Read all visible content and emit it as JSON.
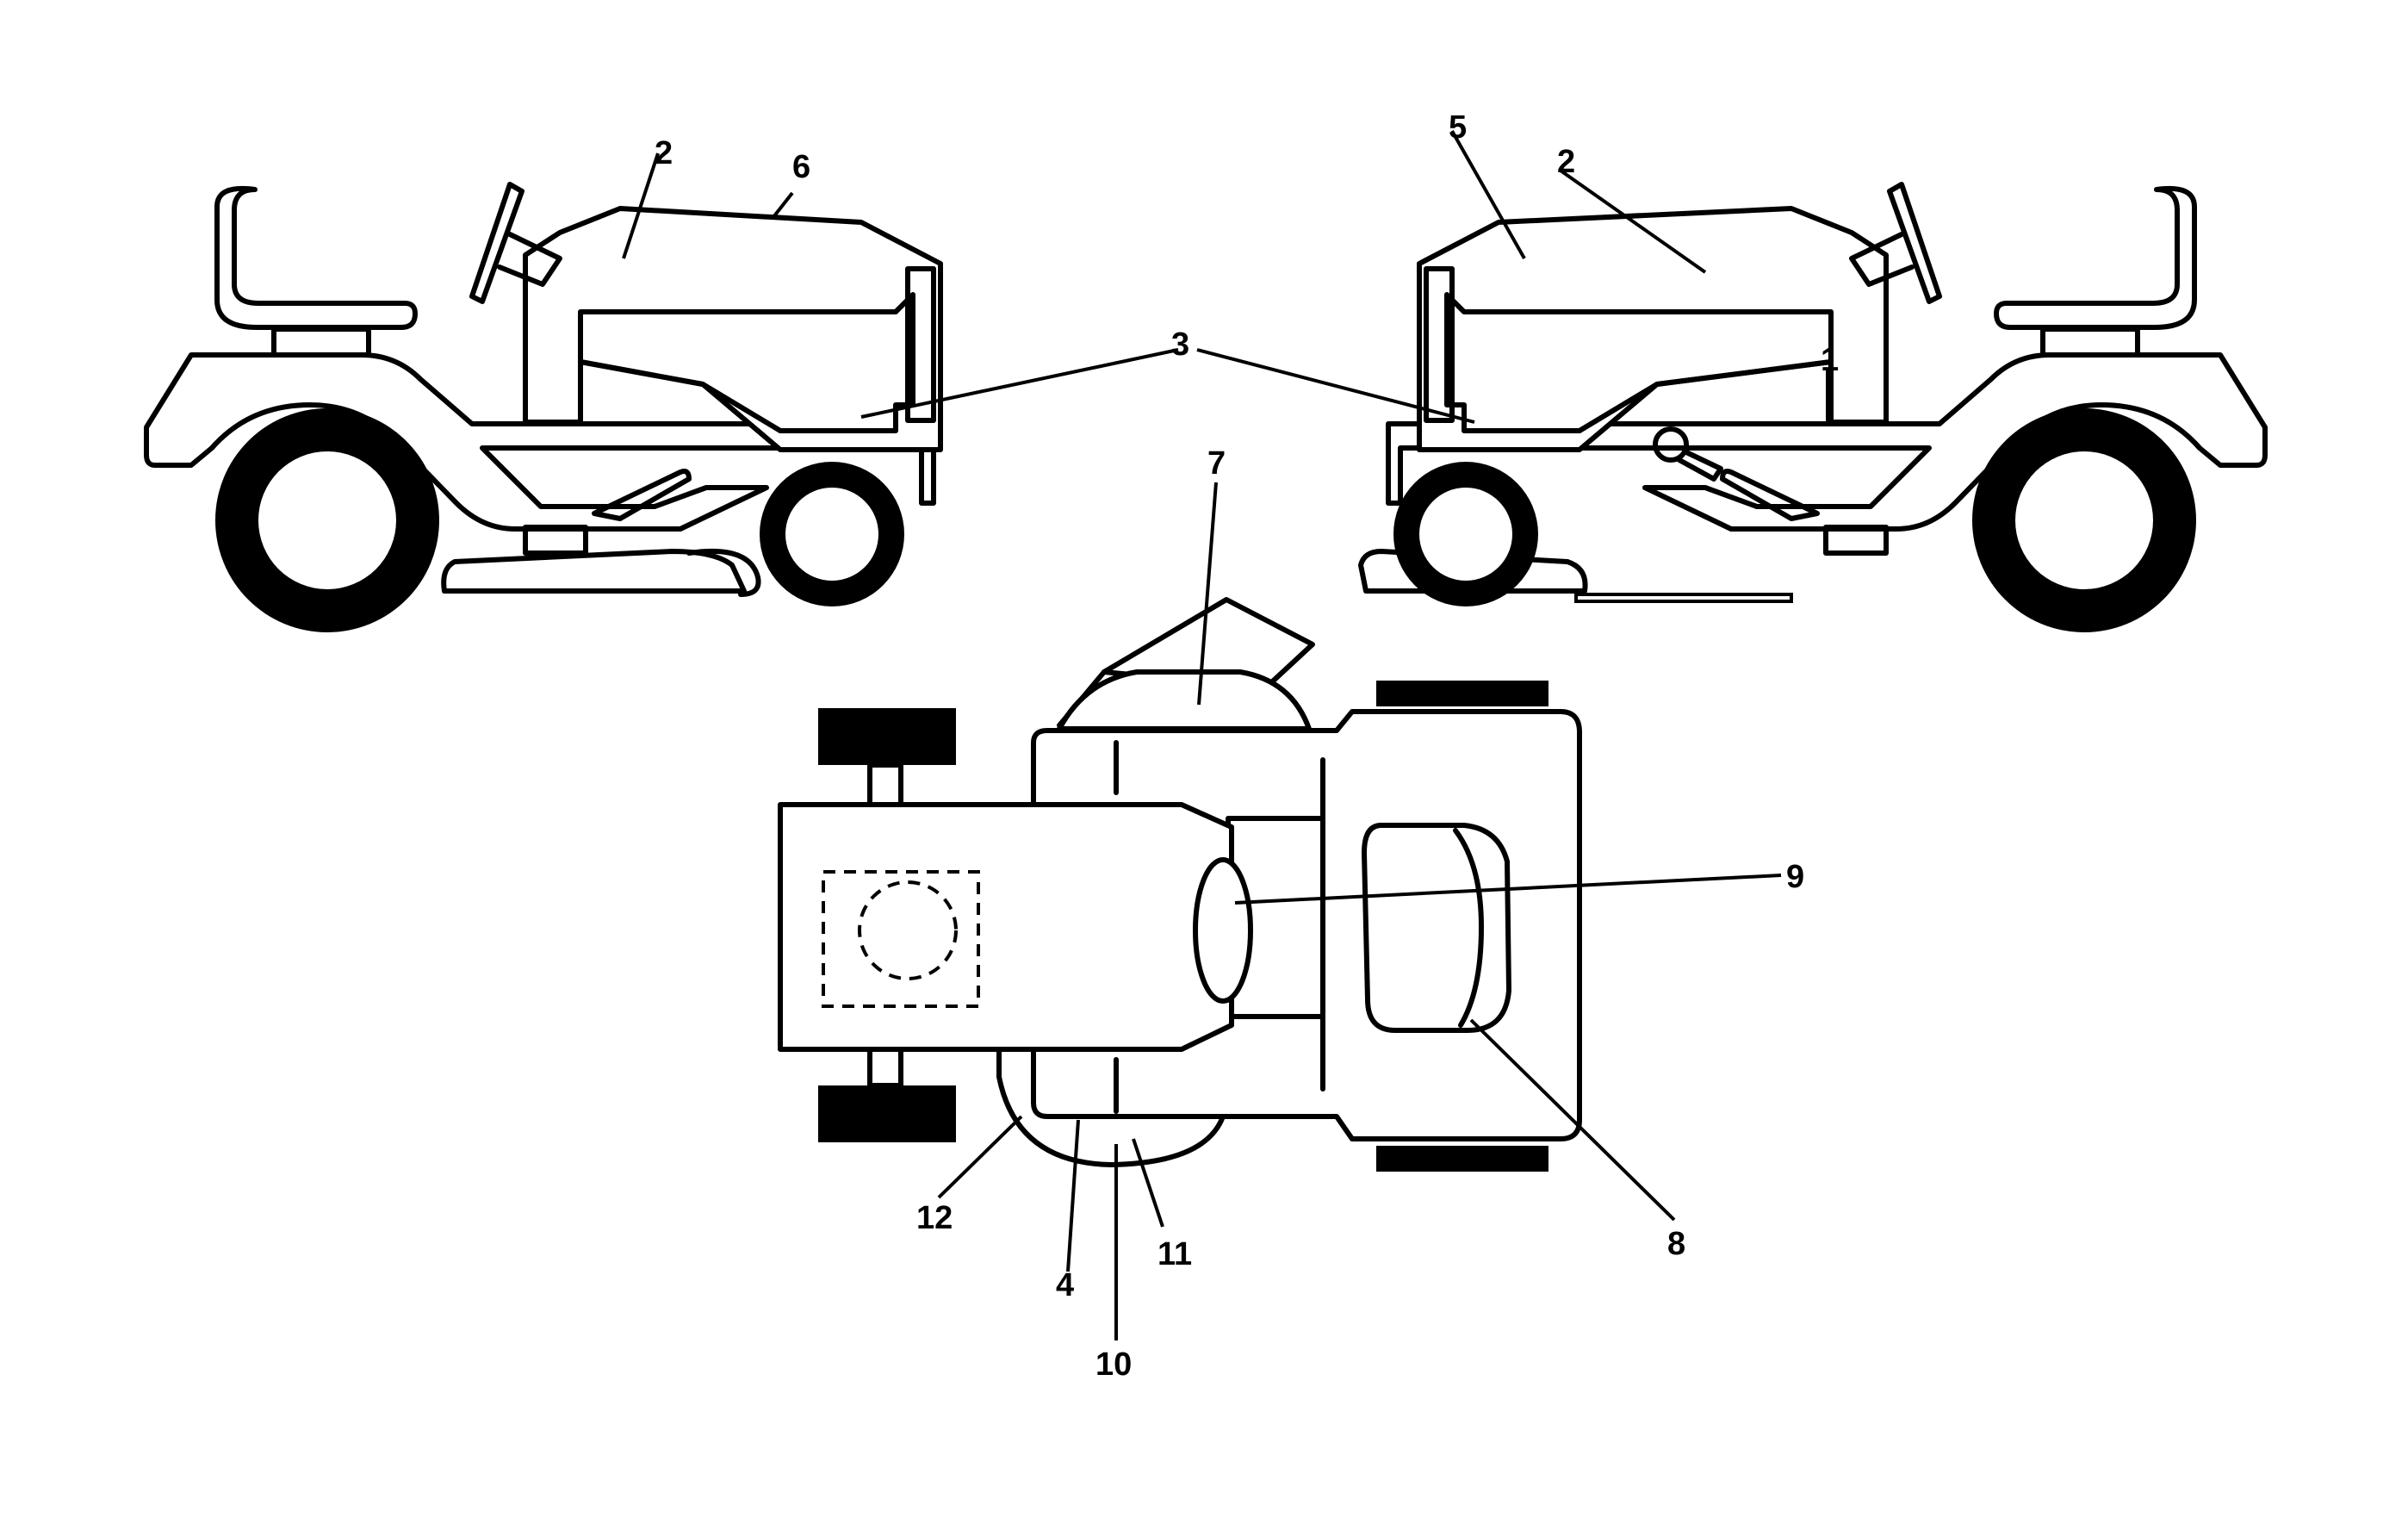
{
  "callouts": {
    "c1": "1",
    "c2_left": "2",
    "c2_right": "2",
    "c3": "3",
    "c4": "4",
    "c5": "5",
    "c6": "6",
    "c7": "7",
    "c8": "8",
    "c9": "9",
    "c10": "10",
    "c11": "11",
    "c12": "12"
  }
}
